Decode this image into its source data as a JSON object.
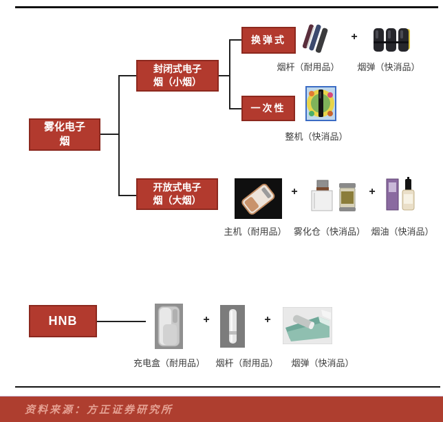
{
  "diagram": {
    "root": {
      "label": "雾化电子\n烟"
    },
    "closed": {
      "label": "封闭式电子\n烟（小烟）",
      "cartridge": {
        "label": "换弹式",
        "items": [
          {
            "icon": "vape-stems-image",
            "label": "烟杆（耐用品）"
          },
          {
            "icon": "pods-image",
            "label": "烟弹（快消品）"
          }
        ]
      },
      "disposable": {
        "label": "一次性",
        "items": [
          {
            "icon": "whole-device-image",
            "label": "整机（快消品）"
          }
        ]
      }
    },
    "open": {
      "label": "开放式电子\n烟（大烟）",
      "items": [
        {
          "icon": "mod-device-image",
          "label": "主机（耐用品）"
        },
        {
          "icon": "atomizer-tank-image",
          "label": "雾化仓（快消品）"
        },
        {
          "icon": "e-liquid-image",
          "label": "烟油（快消品）"
        }
      ]
    },
    "hnb": {
      "label": "HNB",
      "items": [
        {
          "icon": "charging-box-image",
          "label": "充电盒（耐用品）"
        },
        {
          "icon": "heat-stick-image",
          "label": "烟杆（耐用品）"
        },
        {
          "icon": "heatstick-pack-image",
          "label": "烟弹（快消品）"
        }
      ]
    },
    "plus": "+"
  },
  "footer": {
    "source": "资料来源：方正证券研究所"
  },
  "colors": {
    "node_fill": "#B23A2E",
    "node_border": "#8C281E",
    "node_text": "#FFFFFF",
    "connector": "#1F1F1F",
    "label_text": "#3A3A3A",
    "footer_band": "#AE3E2F",
    "footer_text": "#E5A193"
  }
}
